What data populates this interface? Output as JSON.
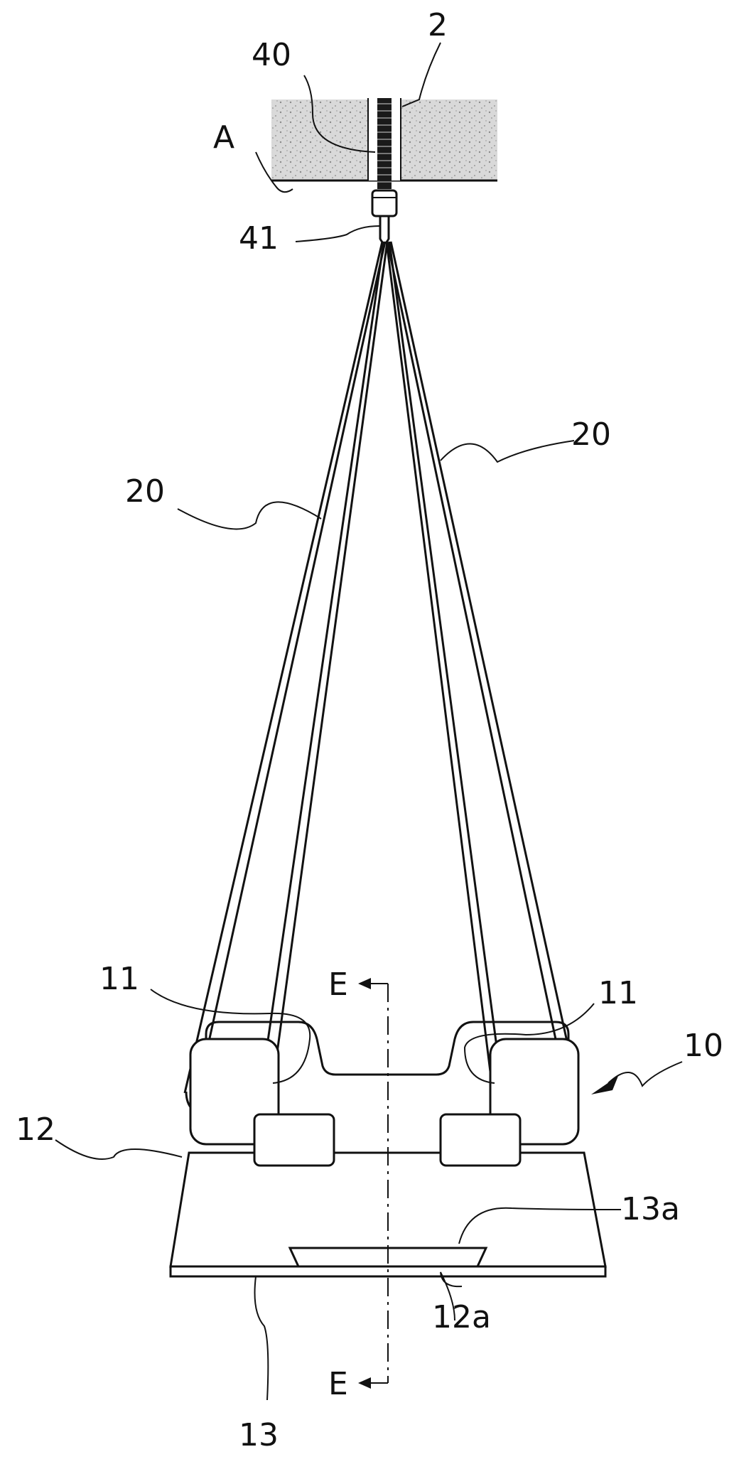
{
  "figure": {
    "labels": {
      "ceiling": "A",
      "anchor_hole": "2",
      "bolt": "40",
      "hook": "41",
      "rope_right": "20",
      "rope_left": "20",
      "pad_left": "11",
      "pad_right": "11",
      "carrier": "10",
      "body": "12",
      "plate_edge": "13a",
      "groove": "12a",
      "base_plate": "13",
      "section_top": "E",
      "section_bottom": "E"
    }
  }
}
